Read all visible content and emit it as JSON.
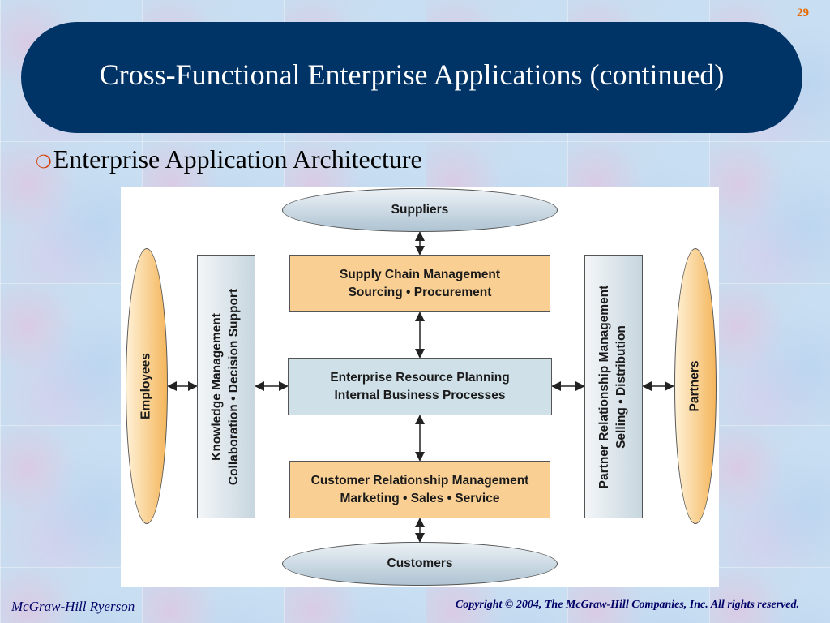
{
  "slide": {
    "page_number": "29",
    "title": "Cross-Functional Enterprise Applications (continued)",
    "bullet": "Enterprise Application Architecture",
    "bullet_icon": "hollow-circle-bullet"
  },
  "diagram": {
    "suppliers": "Suppliers",
    "customers": "Customers",
    "employees": "Employees",
    "partners": "Partners",
    "scm": {
      "line1": "Supply Chain Management",
      "line2": "Sourcing • Procurement"
    },
    "erp": {
      "line1": "Enterprise Resource Planning",
      "line2": "Internal Business Processes"
    },
    "crm": {
      "line1": "Customer Relationship Management",
      "line2": "Marketing • Sales • Service"
    },
    "km": {
      "line1": "Knowledge Management",
      "line2": "Collaboration • Decision Support"
    },
    "prm": {
      "line1": "Partner Relationship Management",
      "line2": "Selling • Distribution"
    }
  },
  "footer": {
    "publisher": "McGraw-Hill Ryerson",
    "copyright": "Copyright © 2004, The McGraw-Hill Companies, Inc. All rights reserved."
  },
  "colors": {
    "banner": "#003366",
    "orange_box": "#f9cf94",
    "blue_box": "#cfe0e9",
    "page_number": "#e86a00",
    "footer_text": "#000066"
  }
}
